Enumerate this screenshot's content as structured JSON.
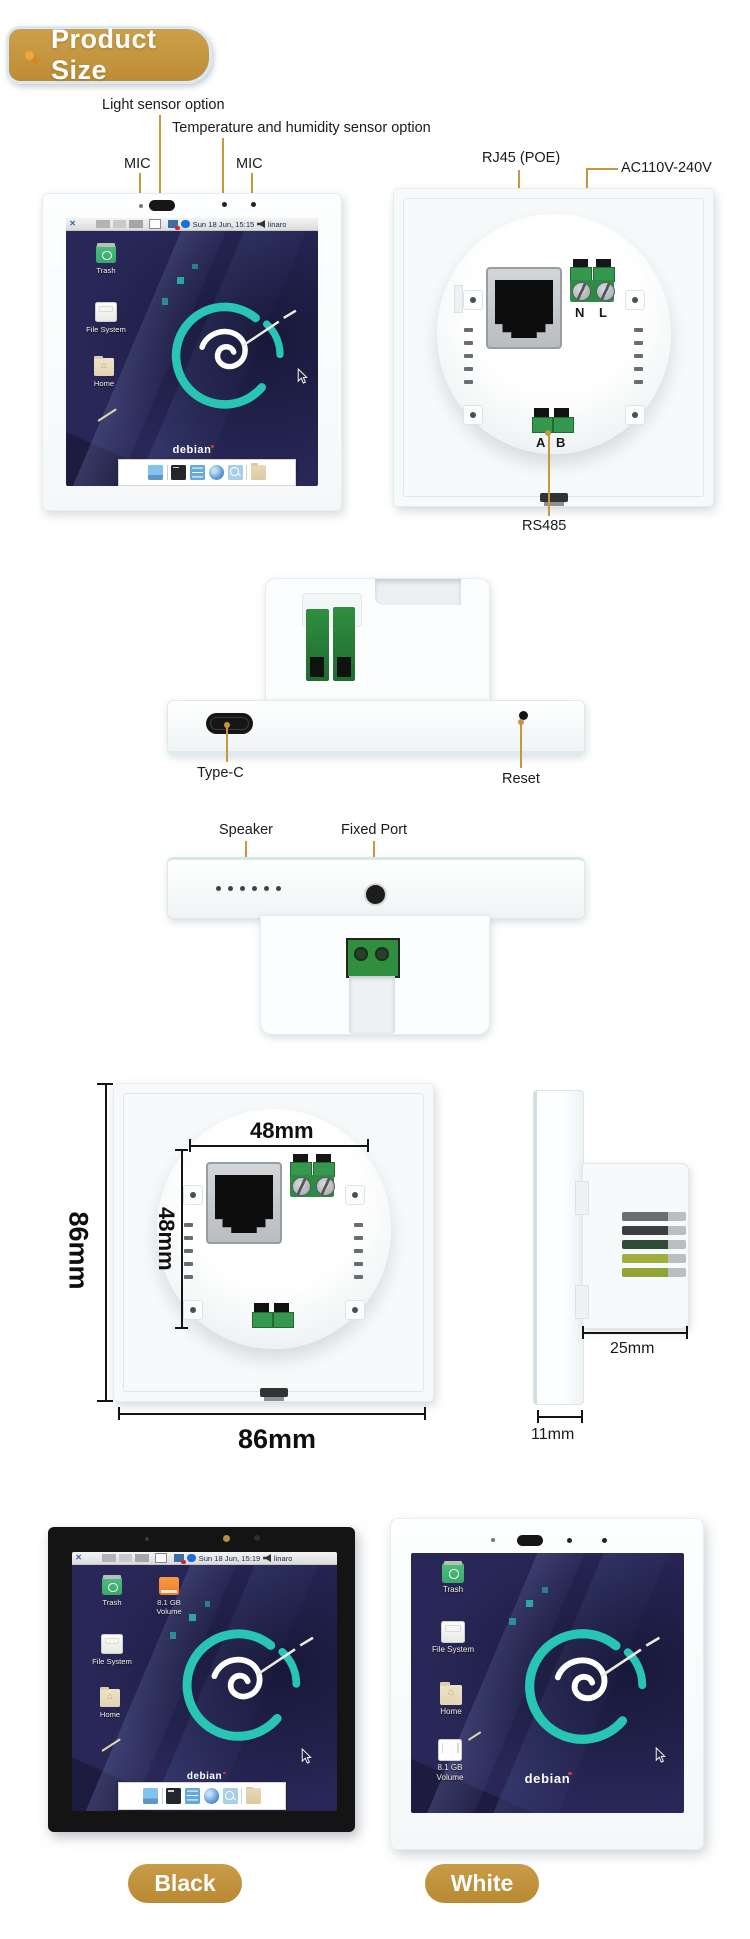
{
  "header": {
    "title": "Product Size"
  },
  "glyphs": {
    "x": "✕",
    "home": "⌂"
  },
  "colors": {
    "accent_gold": "#c2913c",
    "annotation_line": "#c8963e",
    "debian_teal": "#28c4b4",
    "screen_navy": "#282757"
  },
  "annotations": {
    "light_sensor": "Light sensor option",
    "temp_humidity": "Temperature and humidity sensor option",
    "mic_left": "MIC",
    "mic_right": "MIC",
    "rj45": "RJ45 (POE)",
    "ac_power": "AC110V-240V",
    "rs485": "RS485",
    "type_c": "Type-C",
    "reset": "Reset",
    "speaker": "Speaker",
    "fixed_port": "Fixed Port"
  },
  "terminals": {
    "n": "N",
    "l": "L",
    "a": "A",
    "b": "B"
  },
  "dimensions": {
    "outer_height": "86mm",
    "outer_width": "86mm",
    "inner_width": "48mm",
    "inner_height": "48mm",
    "box_depth": "25mm",
    "panel_thickness": "11mm"
  },
  "screens": {
    "front": {
      "time": "Sun 18 Jun, 15:15",
      "user": "linaro",
      "trash": "Trash",
      "filesystem": "File System",
      "home": "Home",
      "logo": "debian"
    },
    "black": {
      "time": "Sun 18 Jun, 15:19",
      "user": "linaro",
      "trash": "Trash",
      "volume_line1": "8.1 GB",
      "volume_line2": "Volume",
      "filesystem": "File System",
      "home": "Home",
      "logo": "debian"
    },
    "white": {
      "trash": "Trash",
      "filesystem": "File System",
      "home": "Home",
      "volume_line1": "8.1 GB",
      "volume_line2": "Volume",
      "logo": "debian"
    }
  },
  "variants": {
    "black": "Black",
    "white": "White"
  }
}
